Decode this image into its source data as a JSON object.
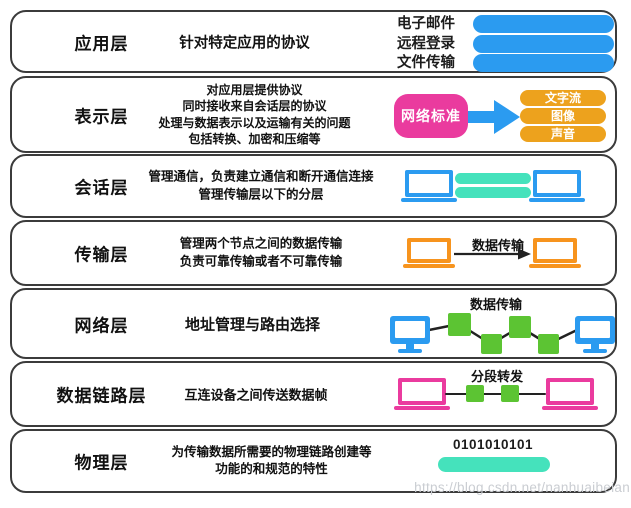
{
  "layers": [
    {
      "title": "应用层",
      "desc_lines": [
        "针对特定应用的协议"
      ],
      "items": [
        "电子邮件",
        "远程登录",
        "文件传输"
      ]
    },
    {
      "title": "表示层",
      "desc_lines": [
        "对应用层提供协议",
        "同时接收来自会话层的协议",
        "处理与数据表示以及运输有关的问题",
        "包括转换、加密和压缩等"
      ],
      "source_label": "网络标准",
      "outputs": [
        "文字流",
        "图像",
        "声音"
      ]
    },
    {
      "title": "会话层",
      "desc_lines": [
        "管理通信，负责建立通信和断开通信连接",
        "管理传输层以下的分层"
      ]
    },
    {
      "title": "传输层",
      "desc_lines": [
        "管理两个节点之间的数据传输",
        "负责可靠传输或者不可靠传输"
      ],
      "arrow_label": "数据传输"
    },
    {
      "title": "网络层",
      "desc_lines": [
        "地址管理与路由选择"
      ],
      "graphic_label": "数据传输"
    },
    {
      "title": "数据链路层",
      "desc_lines": [
        "互连设备之间传送数据帧"
      ],
      "graphic_label": "分段转发"
    },
    {
      "title": "物理层",
      "desc_lines": [
        "为传输数据所需要的物理链路创建等",
        "功能的和规范的特性"
      ],
      "bits": "0101010101"
    }
  ],
  "watermark": "https://blog.csdn.net/nanhuaibeian",
  "icons": {
    "laptop": "laptop-icon",
    "monitor": "monitor-icon",
    "node": "switch-node-icon",
    "arrow": "arrow-right-icon",
    "block_arrow": "block-arrow-icon"
  },
  "colors": {
    "blue": "#2B9BF0",
    "pink": "#EA3B9E",
    "orange": "#EDA21D",
    "orangeDeep": "#F7941E",
    "teal": "#45E2BC",
    "green": "#5CC433",
    "ink": "#1c1c1c",
    "boxBorder": "#3b3b3b",
    "watermark": "#cacdd2"
  }
}
